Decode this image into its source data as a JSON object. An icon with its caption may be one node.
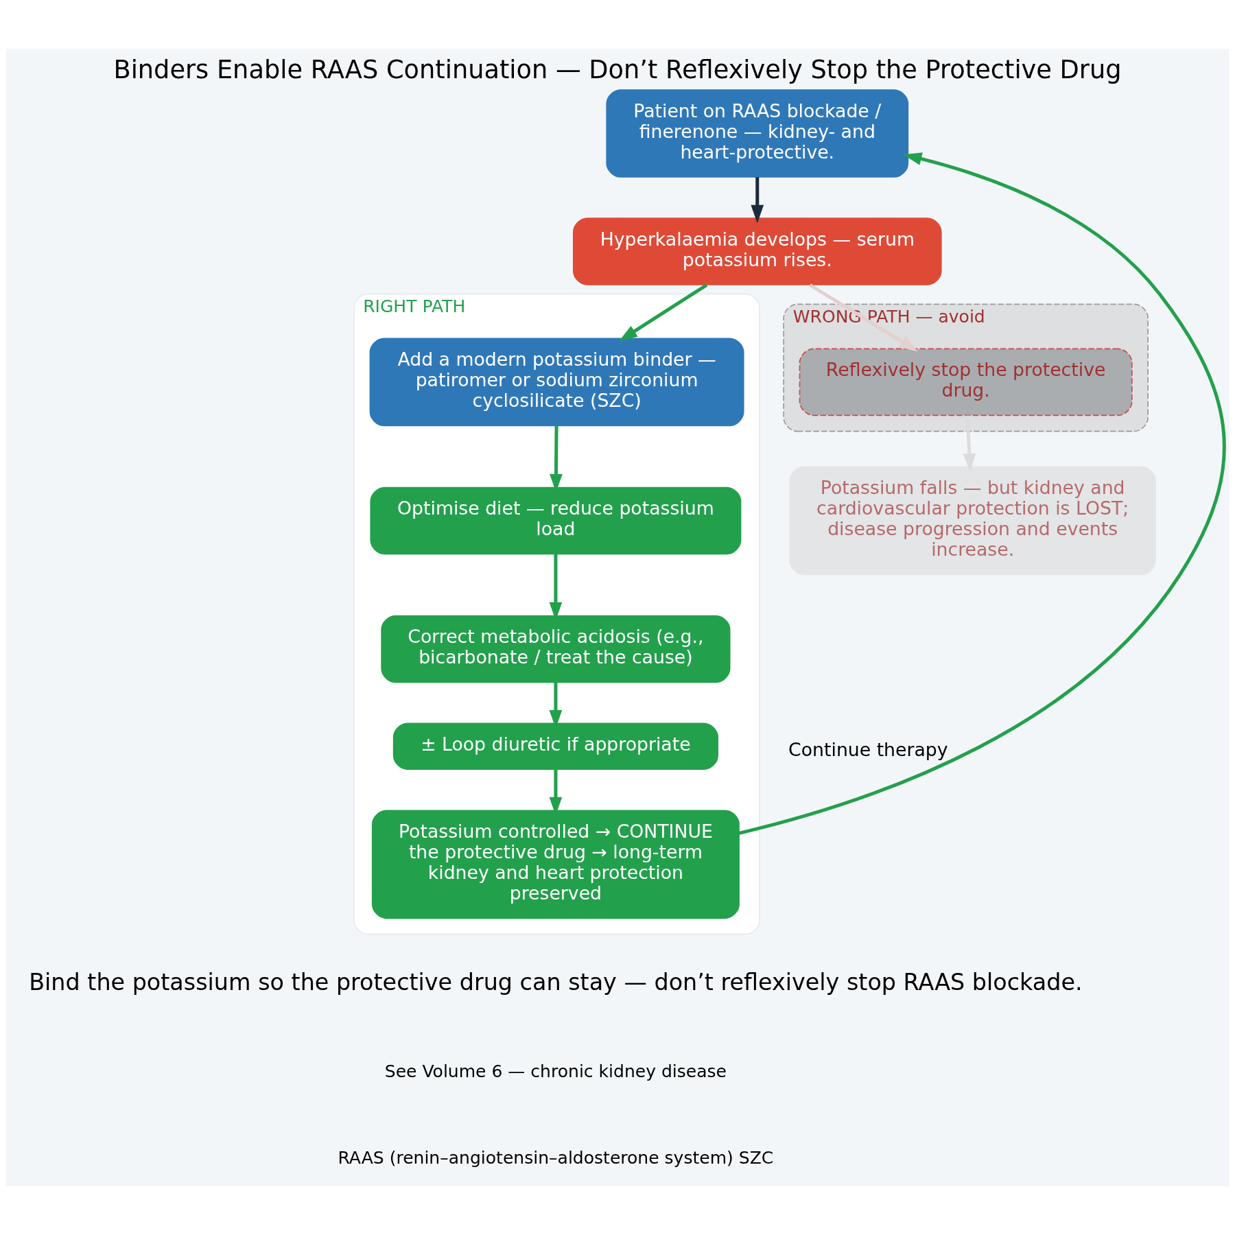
{
  "diagram": {
    "title": "Binders Enable RAAS Continuation — Don’t Reflexively Stop the Protective Drug",
    "caption": "Bind the potassium so the protective drug can stay — don’t reflexively stop RAAS blockade.",
    "nodes": [
      {
        "text": [
          "Patient on RAAS blockade / finerenone — kidney- and heart-protective."
        ]
      },
      {
        "text": [
          "Hyperkalaemia develops — serum potassium rises."
        ]
      },
      {
        "text": [
          "WRONG PATH — avoid"
        ]
      },
      {
        "text": [
          "Reflexively stop the protective drug."
        ],
        "in": 2
      },
      {
        "text": [
          "Potassium falls — but kidney and cardiovascular protection is LOST; disease progression and events increase."
        ]
      },
      {
        "text": [
          "RIGHT PATH"
        ]
      },
      {
        "text": [
          "Add a modern potassium binder — patiromer or sodium zirconium cyclosilicate (SZC)"
        ],
        "in": 5
      },
      {
        "text": [
          "Optimise diet — reduce potassium load"
        ],
        "in": 5
      },
      {
        "text": [
          "Correct metabolic acidosis (e.g., bicarbonate / treat the cause)"
        ],
        "in": 5
      },
      {
        "text": [
          "± Loop diuretic if appropriate"
        ],
        "in": 5
      },
      {
        "text": [
          "Potassium controlled → CONTINUE the protective drug → long-term kidney and heart protection preserved"
        ],
        "in": 5
      }
    ],
    "edges": [
      {
        "from": 0,
        "to": 1,
        "arrow": "to",
        "color": "#1c2b3a"
      },
      {
        "from": 1,
        "to": 3,
        "arrow": "to",
        "color": "#e3d0d0"
      },
      {
        "from": 3,
        "to": 4,
        "arrow": "to",
        "color": "#dcdcdc"
      },
      {
        "from": 1,
        "to": 6,
        "arrow": "to"
      },
      {
        "from": 6,
        "to": 7,
        "arrow": "to"
      },
      {
        "from": 7,
        "to": 8,
        "arrow": "to"
      },
      {
        "from": 8,
        "to": 9,
        "arrow": "to"
      },
      {
        "from": 9,
        "to": 10,
        "arrow": "to"
      },
      {
        "from": 10,
        "to": 0,
        "arrow": "to",
        "label": "Continue therapy"
      }
    ],
    "labels": [
      "See Volume 6 — chronic kidney disease",
      "RAAS (renin–angiotensin–aldosterone system) SZC"
    ]
  }
}
